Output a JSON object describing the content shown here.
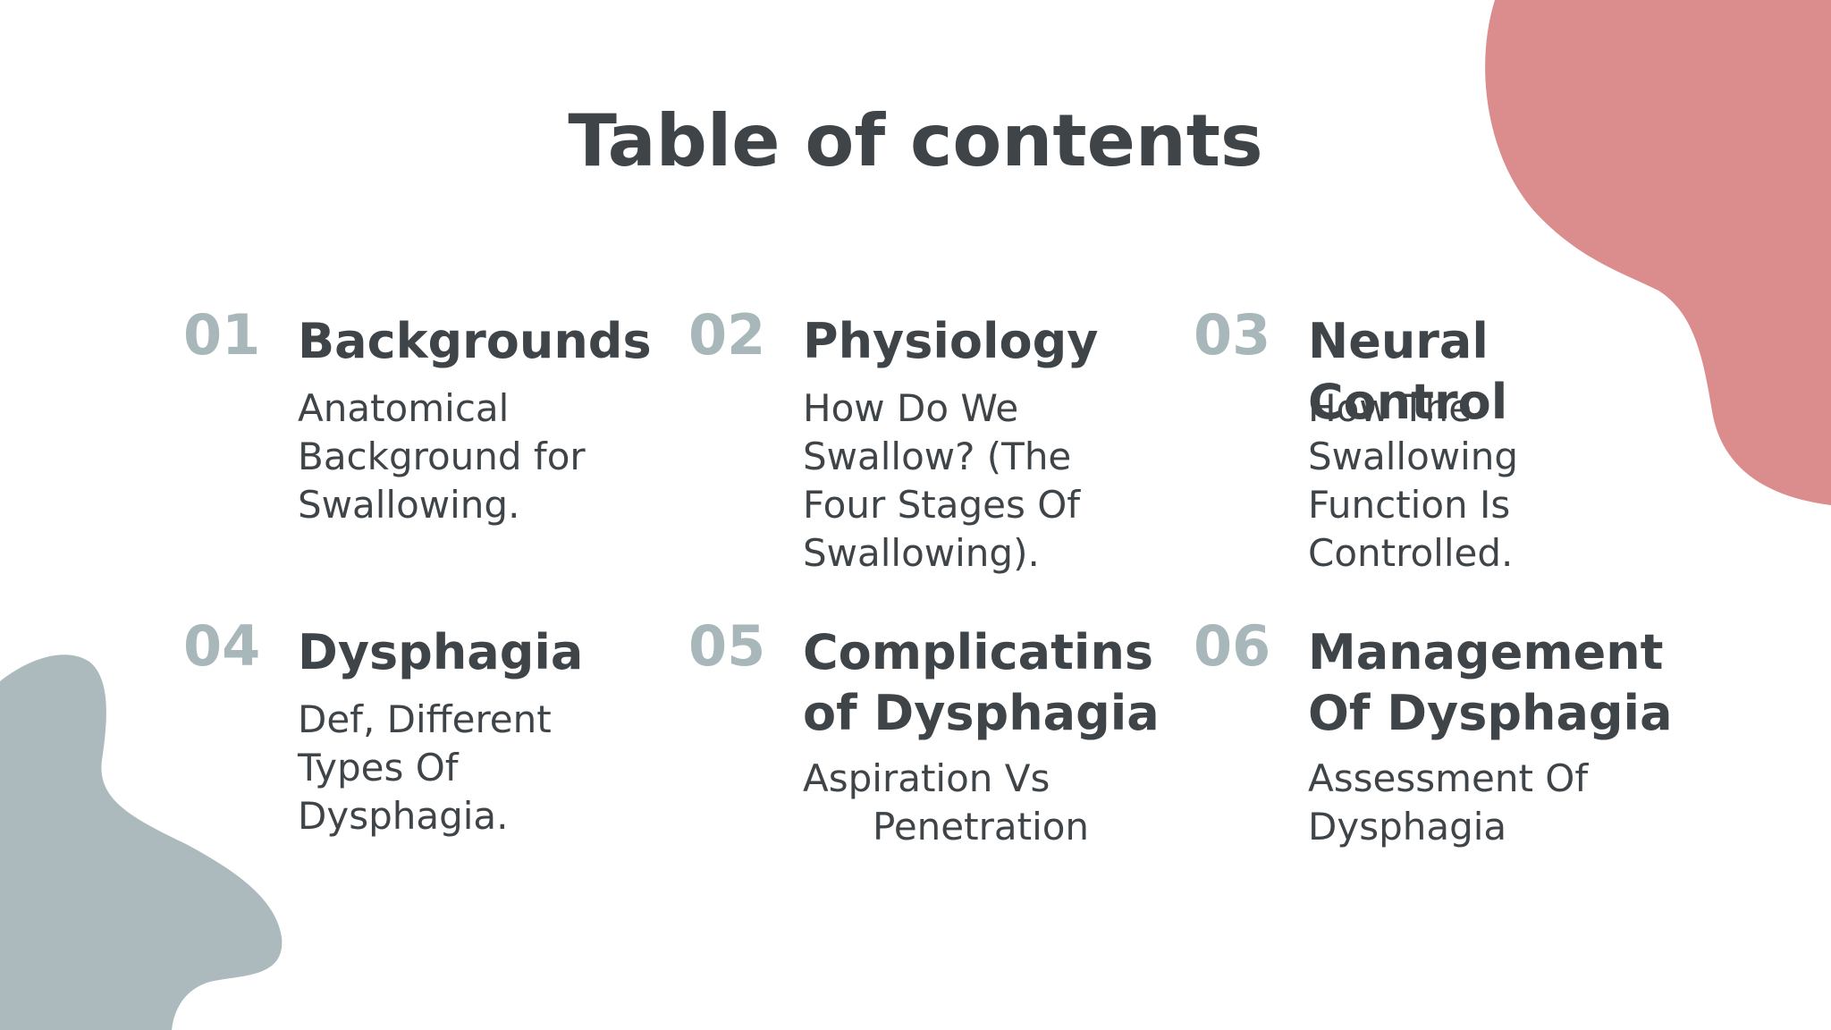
{
  "slide": {
    "title": "Table of contents",
    "colors": {
      "text": "#3e4448",
      "number": "#a8b7b9",
      "blob_pink": "#da8d8c",
      "blob_gray": "#acbabd"
    }
  },
  "items": [
    {
      "number": "01",
      "heading": "Backgrounds",
      "description": "Anatomical Background for Swallowing."
    },
    {
      "number": "02",
      "heading": "Physiology",
      "description": "How Do We Swallow? (The Four Stages Of Swallowing)."
    },
    {
      "number": "03",
      "heading": "Neural Control",
      "description": "How The Swallowing Function Is Controlled."
    },
    {
      "number": "04",
      "heading": "Dysphagia",
      "description": "Def, Different Types Of Dysphagia."
    },
    {
      "number": "05",
      "heading": "Complicatins of Dysphagia",
      "description_line1": "Aspiration Vs",
      "description_line2": "Penetration"
    },
    {
      "number": "06",
      "heading": "Management Of Dysphagia",
      "description": "Assessment Of Dysphagia"
    }
  ]
}
